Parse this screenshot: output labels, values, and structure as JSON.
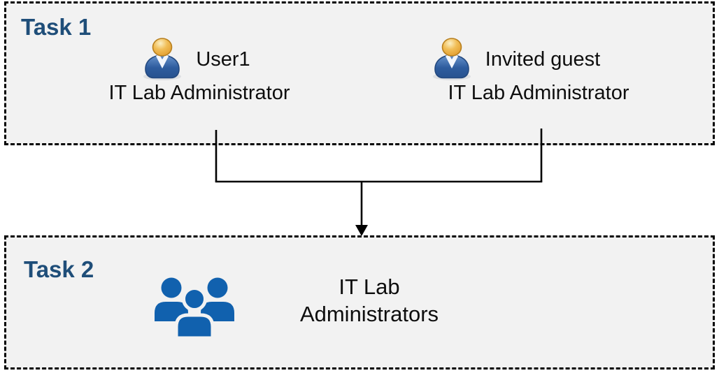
{
  "colors": {
    "box_background": "#F2F2F2",
    "box_border": "#000000",
    "task_label_blue": "#1F4E79",
    "body_text": "#0E0E0E",
    "person_body_blue": "#2E5C9E",
    "person_head_gold": "#E8A83C",
    "group_icon_blue": "#1161AE",
    "connector_line": "#000000"
  },
  "task1": {
    "label": "Task 1",
    "members": [
      {
        "name": "User1",
        "role": "IT Lab Administrator",
        "icon": "person-icon"
      },
      {
        "name": "Invited guest",
        "role": "IT Lab Administrator",
        "icon": "person-icon"
      }
    ]
  },
  "connector": {
    "type": "merge-arrow",
    "from": [
      "User1",
      "Invited guest"
    ],
    "to": "IT Lab Administrators"
  },
  "task2": {
    "label": "Task 2",
    "group_name": "IT Lab Administrators",
    "icon": "people-group-icon"
  }
}
